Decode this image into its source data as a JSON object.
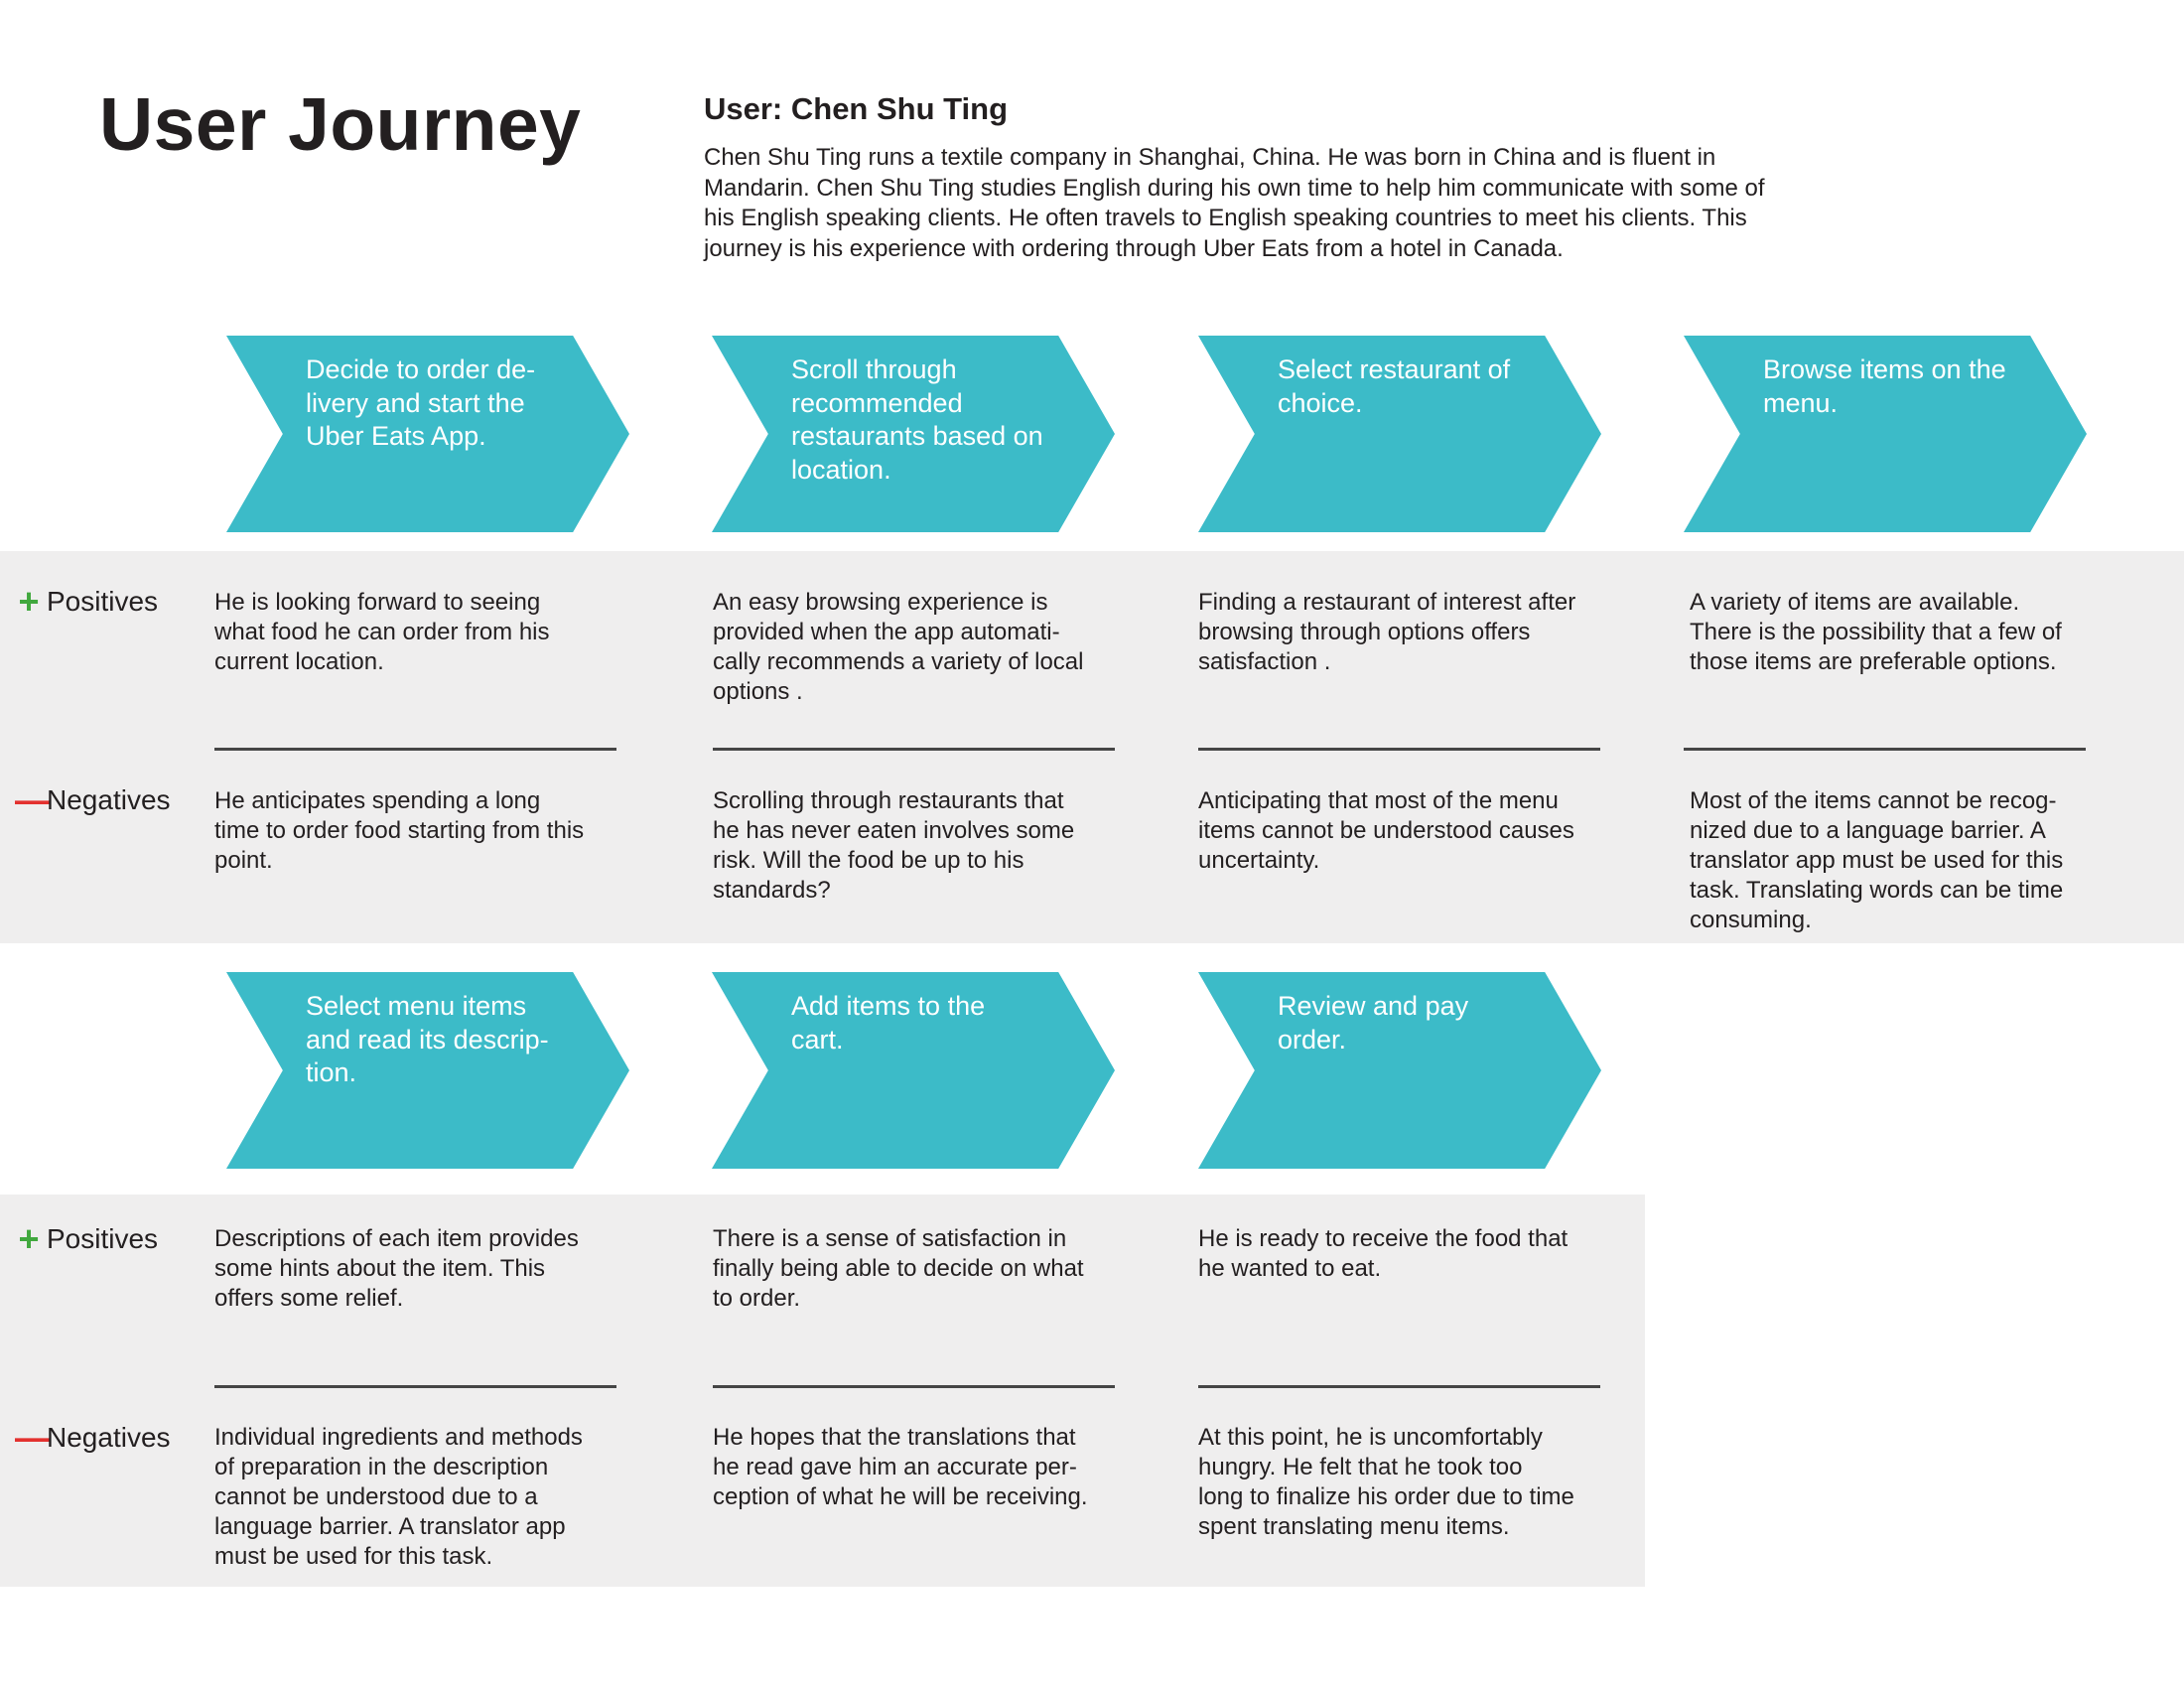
{
  "header": {
    "title": "User Journey",
    "user_name": "User: Chen Shu Ting",
    "user_bio": "Chen Shu Ting runs a textile company in Shanghai, China. He was born in China and is fluent in Mandarin. Chen Shu Ting studies English during his own time to help him communicate with some of his English speaking clients. He often travels to English speaking countries to meet his clients. This journey is his experience with ordering through Uber Eats from a hotel in Canada."
  },
  "labels": {
    "positives": "Positives",
    "negatives": "Negatives",
    "plus_sign": "+",
    "minus_sign": "—"
  },
  "colors": {
    "arrow": "#3cbbc8",
    "band": "#efeeee",
    "positive_icon": "#41a83e",
    "negative_icon": "#e3312f"
  },
  "stages": [
    {
      "step": "Decide to order de-\nlivery and start the\nUber Eats App.",
      "positive": "He is looking forward to seeing\nwhat food he can order from his\ncurrent location.",
      "negative": "He anticipates spending a long\ntime to order food starting from this\npoint."
    },
    {
      "step": "Scroll through\nrecommended\nrestaurants based on\nlocation.",
      "positive": "An easy browsing experience is\nprovided when the app automati-\ncally recommends a variety of local\noptions .",
      "negative": "Scrolling through restaurants that\nhe has never eaten involves some\nrisk. Will the food be up to his\nstandards?"
    },
    {
      "step": "Select restaurant of\nchoice.",
      "positive": "Finding a restaurant of interest after\nbrowsing through options offers\nsatisfaction .",
      "negative": "Anticipating that most of the menu\nitems cannot be understood causes\nuncertainty."
    },
    {
      "step": "Browse items on the\nmenu.",
      "positive": "A variety of items are available.\nThere is the possibility that a few of\nthose items are preferable options.",
      "negative": "Most of the items cannot be recog-\nnized due to a language barrier. A\ntranslator app must be used for this\ntask. Translating words can be time\nconsuming."
    },
    {
      "step": "Select menu items\nand read its descrip-\ntion.",
      "positive": "Descriptions of each item provides\nsome hints about the item. This\noffers some relief.",
      "negative": "Individual ingredients and methods\nof preparation in the description\ncannot be understood due to a\nlanguage barrier.  A translator app\nmust be used for this task."
    },
    {
      "step": "Add items to the\ncart.",
      "positive": "There is a sense of satisfaction in\nfinally being able to decide on what\nto order.",
      "negative": "He hopes that the translations that\nhe read gave him an accurate per-\nception of what he will be receiving."
    },
    {
      "step": "Review and pay\norder.",
      "positive": "He is ready to receive the food that\nhe wanted to eat.",
      "negative": "At this point, he is uncomfortably\nhungry. He felt that he took too\nlong to finalize his order due to time\nspent translating menu items."
    }
  ]
}
